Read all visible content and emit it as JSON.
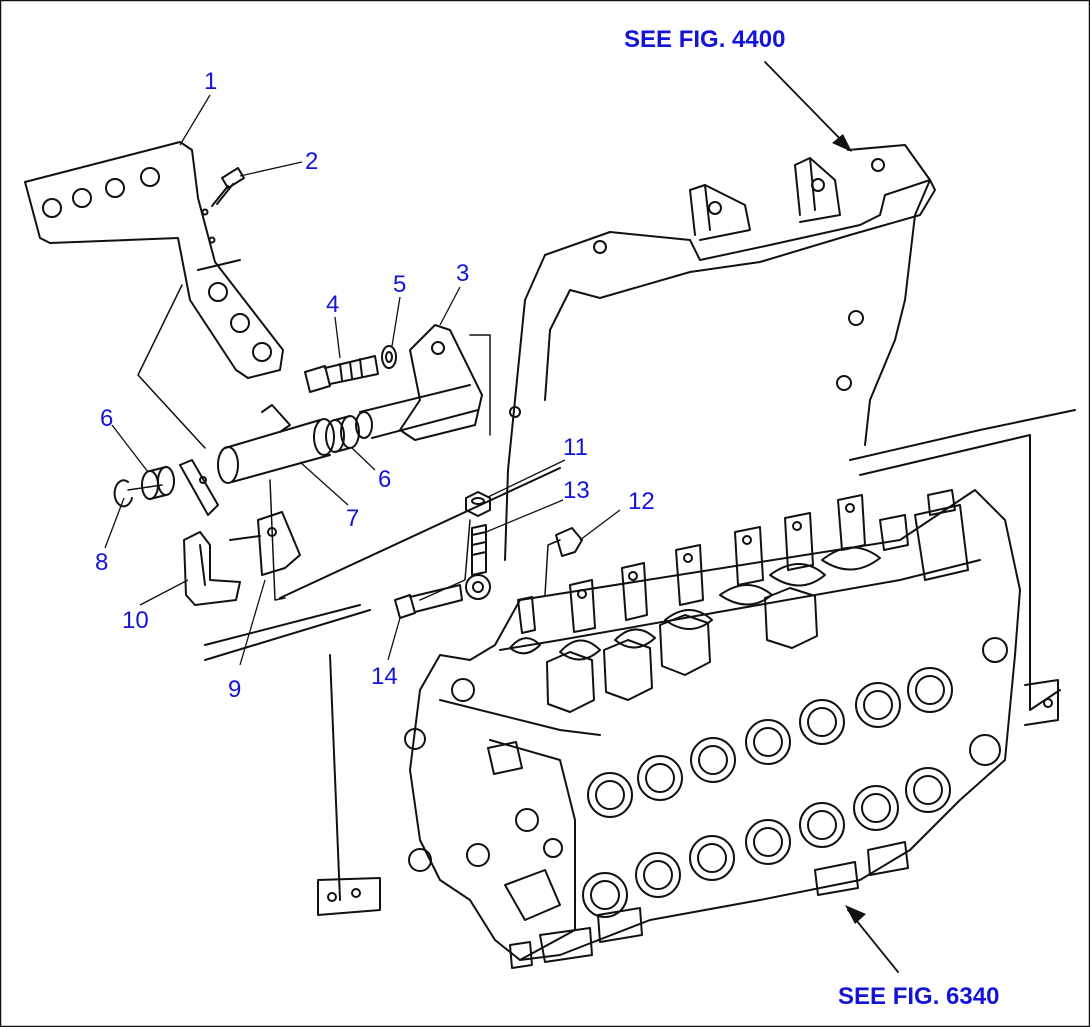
{
  "references": {
    "top": "SEE FIG. 4400",
    "bottom": "SEE FIG. 6340"
  },
  "callouts": [
    "1",
    "2",
    "3",
    "4",
    "5",
    "6",
    "6",
    "7",
    "8",
    "9",
    "10",
    "11",
    "12",
    "13",
    "14"
  ],
  "label_color": "#1414d8",
  "line_color": "#111111"
}
